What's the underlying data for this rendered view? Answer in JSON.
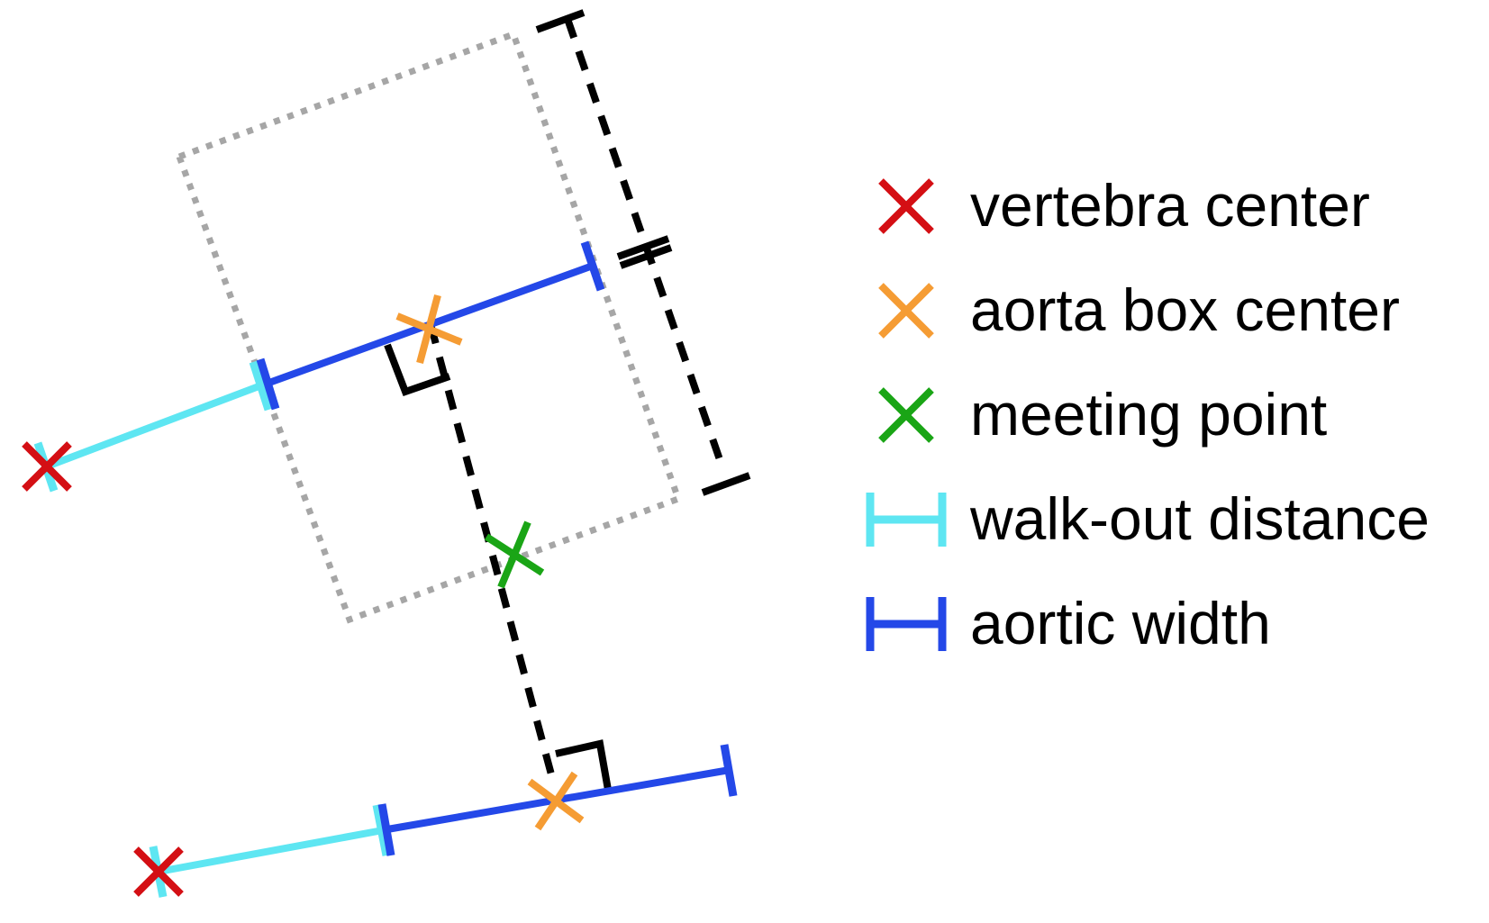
{
  "legend": {
    "items": [
      {
        "key": "vertebra_center",
        "label": "vertebra center",
        "symbol": "cross",
        "color": "#d40f14"
      },
      {
        "key": "aorta_box_center",
        "label": "aorta box center",
        "symbol": "cross",
        "color": "#f59c34"
      },
      {
        "key": "meeting_point",
        "label": "meeting point",
        "symbol": "cross",
        "color": "#1aa516"
      },
      {
        "key": "walk_out_distance",
        "label": "walk-out distance",
        "symbol": "bar",
        "color": "#5ee6f2"
      },
      {
        "key": "aortic_width",
        "label": "aortic width",
        "symbol": "bar",
        "color": "#2448e8"
      }
    ]
  },
  "colors": {
    "bounding_box": "#a6a6a6",
    "construction_lines": "#000000"
  }
}
